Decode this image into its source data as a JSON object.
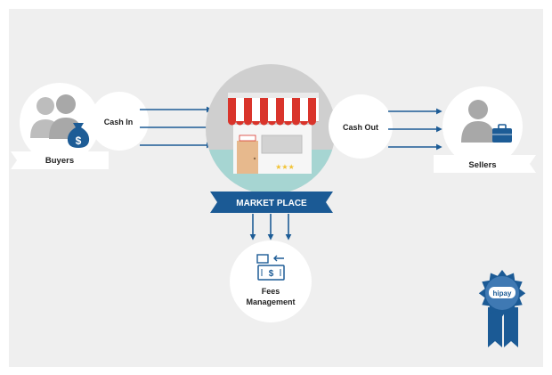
{
  "labels": {
    "buyers": "Buyers",
    "cash_in": "Cash In",
    "cash_out": "Cash Out",
    "sellers": "Sellers",
    "market_place": "MARKET PLACE",
    "fees_line1": "Fees",
    "fees_line2": "Management",
    "badge_logo": "hipay"
  },
  "colors": {
    "background": "#efefef",
    "accent_blue": "#1d5c96",
    "ribbon_blue": "#1b5a95",
    "icon_gray": "#a8a8a8",
    "awning_red": "#d9342b",
    "teal_floor": "#a6d5d2"
  },
  "icons": [
    "buyers-group-icon",
    "money-bag-icon",
    "seller-icon",
    "briefcase-icon",
    "storefront-icon",
    "fees-icon",
    "badge-icon"
  ]
}
